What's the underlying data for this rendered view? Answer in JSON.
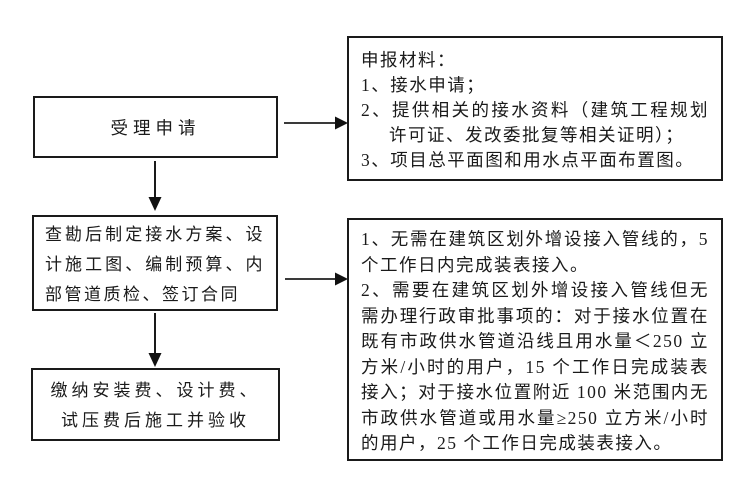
{
  "flowchart": {
    "nodes": {
      "accept": {
        "text": "受理申请"
      },
      "survey": {
        "text": "查勘后制定接水方案、设计施工图、编制预算、内部管道质检、签订合同"
      },
      "payment": {
        "text": "缴纳安装费、设计费、试压费后施工并验收"
      }
    },
    "notes": {
      "materials": {
        "title": "申报材料：",
        "items": [
          "1、接水申请；",
          "2、提供相关的接水资料（建筑工程规划许可证、发改委批复等相关证明）；",
          "3、项目总平面图和用水点平面布置图。"
        ]
      },
      "timeline": {
        "items": [
          "1、无需在建筑区划外增设接入管线的，5 个工作日内完成装表接入。",
          "2、需要在建筑区划外增设接入管线但无需办理行政审批事项的：对于接水位置在既有市政供水管道沿线且用水量＜250 立方米/小时的用户，15 个工作日完成装表接入；对于接水位置附近 100 米范围内无市政供水管道或用水量≥250 立方米/小时的用户，25 个工作日完成装表接入。"
        ]
      }
    },
    "colors": {
      "background": "#ffffff",
      "border": "#1a1a1a",
      "text": "#1a1a1a",
      "arrow_line": "#3a3a3a",
      "arrow_head": "#111111"
    }
  }
}
